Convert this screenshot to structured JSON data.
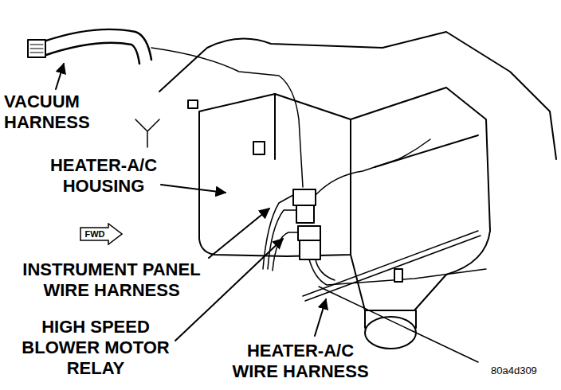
{
  "diagram": {
    "nodes": [
      {
        "text": [
          "FWD"
        ]
      }
    ],
    "labels": [
      "VACUUM HARNESS",
      "HEATER-A/C HOUSING",
      "INSTRUMENT PANEL WIRE HARNESS",
      "HIGH SPEED BLOWER MOTOR RELAY",
      "HEATER-A/C WIRE HARNESS",
      "80a4d309"
    ]
  }
}
